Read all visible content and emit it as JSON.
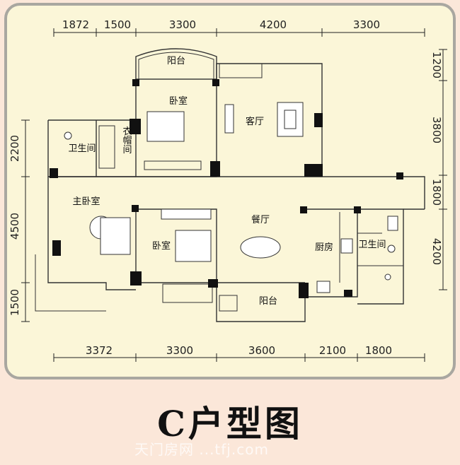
{
  "title": "C户型图",
  "watermark": "天门房网 ...tfj.com",
  "dimensions": {
    "top": [
      "1872",
      "1500",
      "3300",
      "4200",
      "3300"
    ],
    "bottom": [
      "3372",
      "3300",
      "3600",
      "2100",
      "1800"
    ],
    "left": [
      "2200",
      "4500",
      "1500"
    ],
    "right": [
      "1200",
      "3800",
      "1800",
      "4200"
    ]
  },
  "rooms": {
    "balcony_top": "阳台",
    "bedroom_top": "卧室",
    "living_room": "客厅",
    "bathroom_left": "卫生间",
    "cloakroom": "衣帽间",
    "master_bedroom": "主卧室",
    "bedroom_mid": "卧室",
    "dining_room": "餐厅",
    "kitchen": "厨房",
    "bathroom_right": "卫生间",
    "balcony_bottom": "阳台"
  }
}
